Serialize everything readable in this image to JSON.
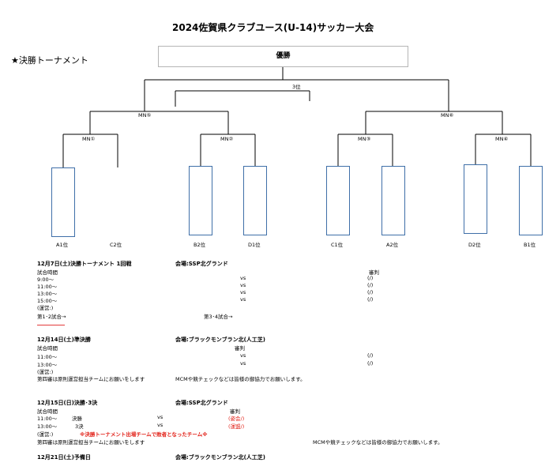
{
  "header": {
    "title": "2024佐賀県クラブユース(U-14)サッカー大会",
    "section_label": "★決勝トーナメント"
  },
  "bracket": {
    "champion_label": "優勝",
    "third_place_label": "3位",
    "semifinal_labels": [
      "MN⑤",
      "MN⑥"
    ],
    "match_labels": [
      "MN①",
      "MN②",
      "MN③",
      "MN④"
    ],
    "team_labels": [
      "A1位",
      "C2位",
      "B2位",
      "D1位",
      "C1位",
      "A2位",
      "D2位",
      "B1位"
    ]
  },
  "day1": {
    "date": "12月7日(土)決勝トーナメント 1回戦",
    "venue": "会場:SSP北グランド",
    "time_header": "試合時間",
    "referee_header": "審判",
    "times": [
      "9:00～",
      "11:00～",
      "13:00～",
      "15:00～"
    ],
    "vs": "vs",
    "ref_slot": "(/)",
    "manage": "(運営:)",
    "note_left": "第1･2試合→",
    "note_right": "第3･4試合→"
  },
  "day2": {
    "date": "12月14日(土)準決勝",
    "venue": "会場:ブラックモンブラン北(人工芝)",
    "time_header": "試合時間",
    "referee_header": "審判",
    "times": [
      "11:00～",
      "13:00～"
    ],
    "vs": "vs",
    "ref_slot": "(/)",
    "manage": "(運営:)",
    "note_left": "第四審は原則運営担当チームにお願いをします",
    "note_right": "MCMや競チェックなどは皆様の御協力でお願いします。"
  },
  "day3": {
    "date": "12月15日(日)決勝･3決",
    "venue": "会場:SSP北グランド",
    "time_header": "試合時間",
    "referee_header": "審判",
    "rows": [
      {
        "time": "11:00～",
        "name": "決勝",
        "vs": "vs",
        "ref": "(姿会/)"
      },
      {
        "time": "13:00～",
        "name": "3決",
        "vs": "vs",
        "ref": "(運盟/)"
      }
    ],
    "manage": "(運営:)",
    "red_note": "※決勝トーナメント出場チームで敗者となったチーム※",
    "note_left": "第四審は原則運営担当チームにお願いをします",
    "note_right": "MCMや競チェックなどは皆様の御協力でお願いします。"
  },
  "day4": {
    "date": "12月21日(土)予備日",
    "venue": "会場:ブラックモンブラン北(人工芝)"
  },
  "colors": {
    "box_border": "#3f6fa8",
    "red": "#e2231a",
    "red_line": "#e23b3b"
  }
}
